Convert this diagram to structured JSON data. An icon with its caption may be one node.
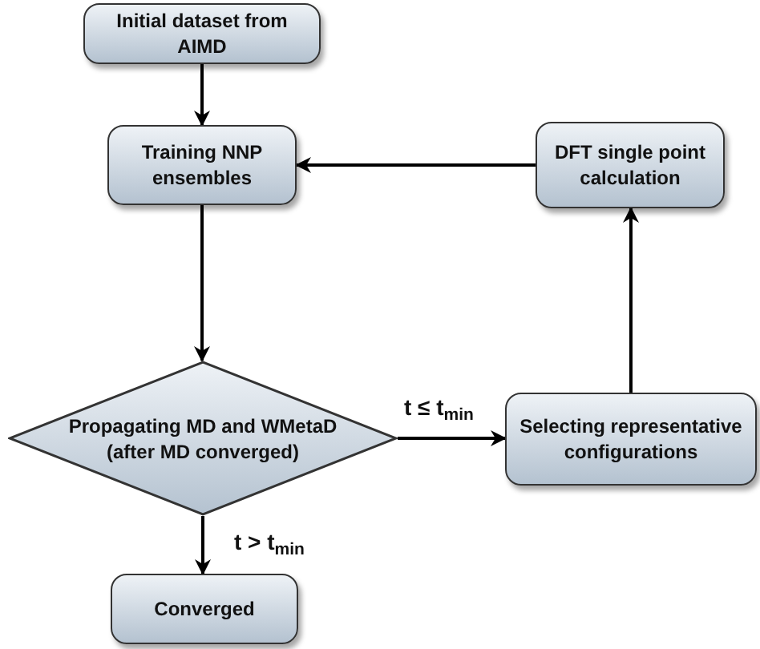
{
  "diagram": {
    "nodes": [
      {
        "text": [
          "Initial dataset from AIMD"
        ]
      },
      {
        "text": [
          "Training NNP ensembles"
        ]
      },
      {
        "text": [
          "DFT single point calculation"
        ]
      },
      {
        "text": [
          "Propagating MD and WMetaD (after MD converged)"
        ]
      },
      {
        "text": [
          "Selecting representative configurations"
        ]
      },
      {
        "text": [
          "Converged"
        ]
      }
    ],
    "edges": [
      {
        "from": 0,
        "to": 1,
        "arrow": "to"
      },
      {
        "from": 2,
        "to": 1,
        "arrow": "to"
      },
      {
        "from": 1,
        "to": 3,
        "arrow": "to"
      },
      {
        "from": 3,
        "to": 4,
        "arrow": "to",
        "label": "t ≤ t$_{min}$"
      },
      {
        "from": 4,
        "to": 2,
        "arrow": "to"
      },
      {
        "from": 3,
        "to": 5,
        "arrow": "to",
        "label": "t > t$_{min}$"
      }
    ]
  }
}
